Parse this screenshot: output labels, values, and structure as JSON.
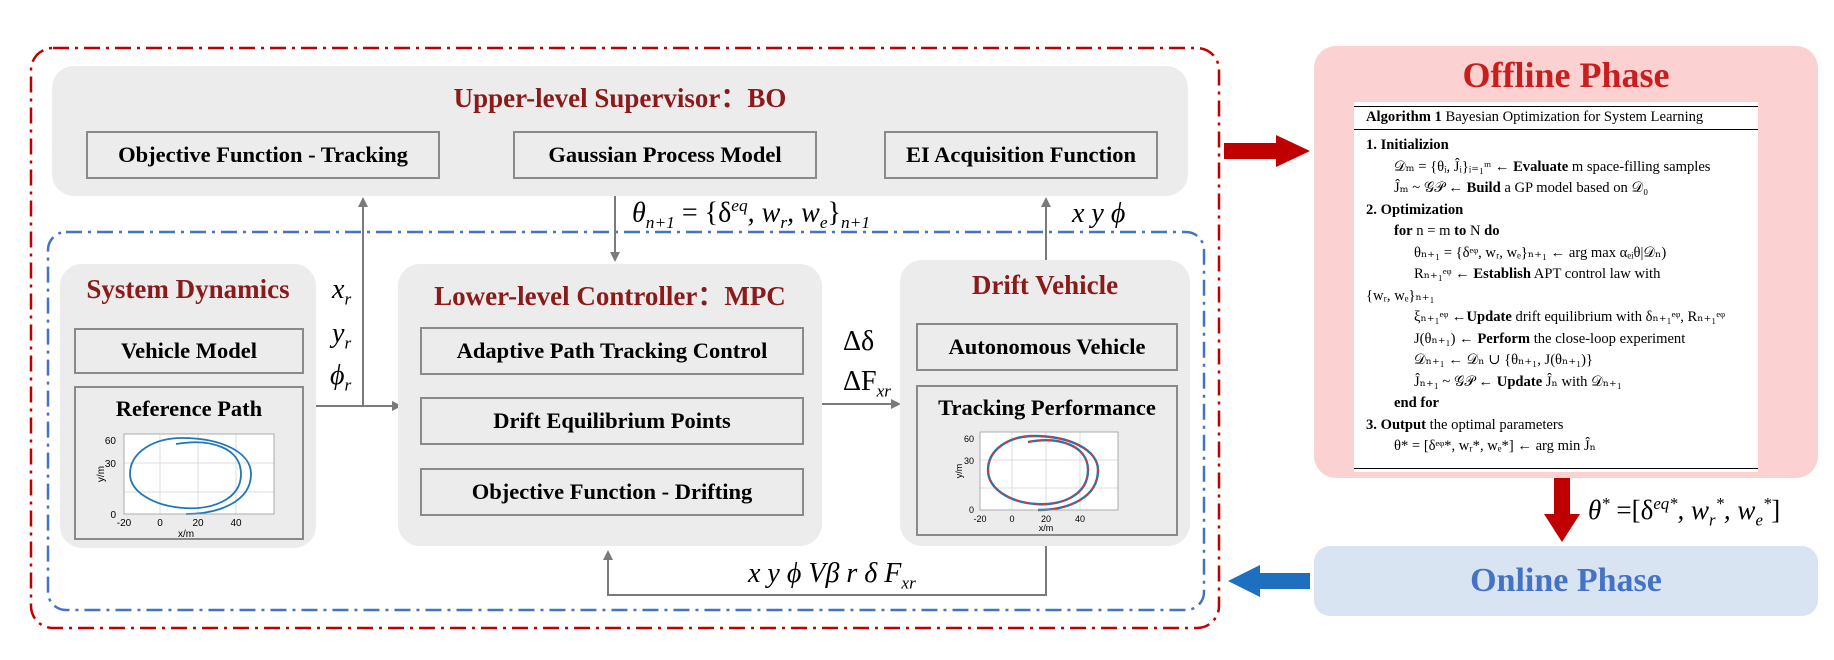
{
  "upper": {
    "title": "Upper-level  Supervisor：BO",
    "boxes": [
      "Objective Function - Tracking",
      "Gaussian Process Model",
      "EI Acquisition Function"
    ]
  },
  "system_dynamics": {
    "title": "System Dynamics",
    "vehicle_model": "Vehicle Model",
    "reference_path": "Reference Path",
    "plot": {
      "ylabel": "y/m",
      "xlabel": "x/m",
      "xticks": [
        "-20",
        "0",
        "20",
        "40"
      ],
      "yticks": [
        "0",
        "30",
        "60"
      ]
    }
  },
  "lower": {
    "title": "Lower-level  Controller：MPC",
    "boxes": [
      "Adaptive Path Tracking Control",
      "Drift Equilibrium Points",
      "Objective Function - Drifting"
    ]
  },
  "drift_vehicle": {
    "title": "Drift Vehicle",
    "autonomous": "Autonomous Vehicle",
    "tracking": "Tracking Performance",
    "plot": {
      "ylabel": "y/m",
      "xlabel": "x/m",
      "xticks": [
        "-20",
        "0",
        "20",
        "40"
      ],
      "yticks": [
        "0",
        "30",
        "60"
      ]
    }
  },
  "signals": {
    "theta_prefix": "θ",
    "theta_sub": "n+1",
    "theta_body": " = {δ",
    "theta_sup_eq": "eq",
    "theta_mid": ", w",
    "theta_r": "r",
    "theta_mid2": ", w",
    "theta_e": "e",
    "theta_end": "}",
    "theta_end_sub": "n+1",
    "xr": "x",
    "xr_sub": "r",
    "yr": "y",
    "yr_sub": "r",
    "phir": "ϕ",
    "phir_sub": "r",
    "d_delta": "Δδ",
    "d_F": "ΔF",
    "d_F_sub": "xr",
    "xyphi_top": "x y ϕ",
    "feedback": "x y ϕ  Vβ r δ F",
    "feedback_sub": "xr",
    "theta_star": "θ",
    "theta_star_sup": "*",
    "theta_star_body": " =[δ",
    "theta_star_eq": "eq*",
    "theta_star_w": ", w",
    "theta_star_r": "r",
    "theta_star_r_sup": "*",
    "theta_star_w2": ", w",
    "theta_star_e": "e",
    "theta_star_e_sup": "*",
    "theta_star_end": "]"
  },
  "offline": {
    "title": "Offline Phase",
    "algorithm_label": "Algorithm 1",
    "algorithm_title": "Bayesian Optimization for System Learning",
    "lines": [
      {
        "b": "1. Initializion",
        "t": ""
      },
      {
        "b": "",
        "t": "𝒟ₘ = {θᵢ, Ĵᵢ}ᵢ₌₁ᵐ ← ",
        "b2": "Evaluate",
        "t2": " m space-filling samples"
      },
      {
        "b": "",
        "t": "Ĵₘ ~ 𝒢𝒫 ← ",
        "b2": "Build",
        "t2": " a GP model based on 𝒟₀"
      },
      {
        "b": "2. Optimization",
        "t": ""
      },
      {
        "b": "for",
        "t": " n = m ",
        "b2": "to",
        "t2": " N ",
        "b3": "do"
      },
      {
        "b": "",
        "t": "θₙ₊₁ = {δᵉᵠ, wᵣ, wₑ}ₙ₊₁ ← arg max αₑᵢθ|𝒟ₙ)"
      },
      {
        "b": "",
        "t": "Rₙ₊₁ᵉᵠ  ←  ",
        "b2": "Establish",
        "t2": "  APT  control  law  with"
      },
      {
        "b": "",
        "t": "{wᵣ, wₑ}ₙ₊₁"
      },
      {
        "b": "",
        "t": "ξₙ₊₁ᵉᵠ ←",
        "b2": "Update",
        "t2": " drift equilibrium with δₙ₊₁ᵉᵠ, Rₙ₊₁ᵉᵠ"
      },
      {
        "b": "",
        "t": "J(θₙ₊₁) ← ",
        "b2": "Perform",
        "t2": " the close-loop experiment"
      },
      {
        "b": "",
        "t": "𝒟ₙ₊₁ ← 𝒟ₙ ∪ {θₙ₊₁, J(θₙ₊₁)}"
      },
      {
        "b": "",
        "t": "Ĵₙ₊₁ ~ 𝒢𝒫 ← ",
        "b2": "Update",
        "t2": " Ĵₙ with 𝒟ₙ₊₁"
      },
      {
        "b": "end for",
        "t": ""
      },
      {
        "b": "3. Output",
        "t": " the optimal parameters"
      },
      {
        "b": "",
        "t": "θ* = [δᵉᵠ*, wᵣ*, wₑ*] ← arg min Ĵₙ"
      }
    ]
  },
  "online": {
    "title": "Online Phase"
  },
  "colors": {
    "red_dash": "#c00000",
    "blue_dash": "#4472c4",
    "panel": "#ececec",
    "title_red": "#8b1a1a",
    "arrow_red": "#c00000",
    "arrow_blue": "#1f6fc0",
    "curve_blue": "#1f77b4",
    "curve_red": "#d33"
  }
}
